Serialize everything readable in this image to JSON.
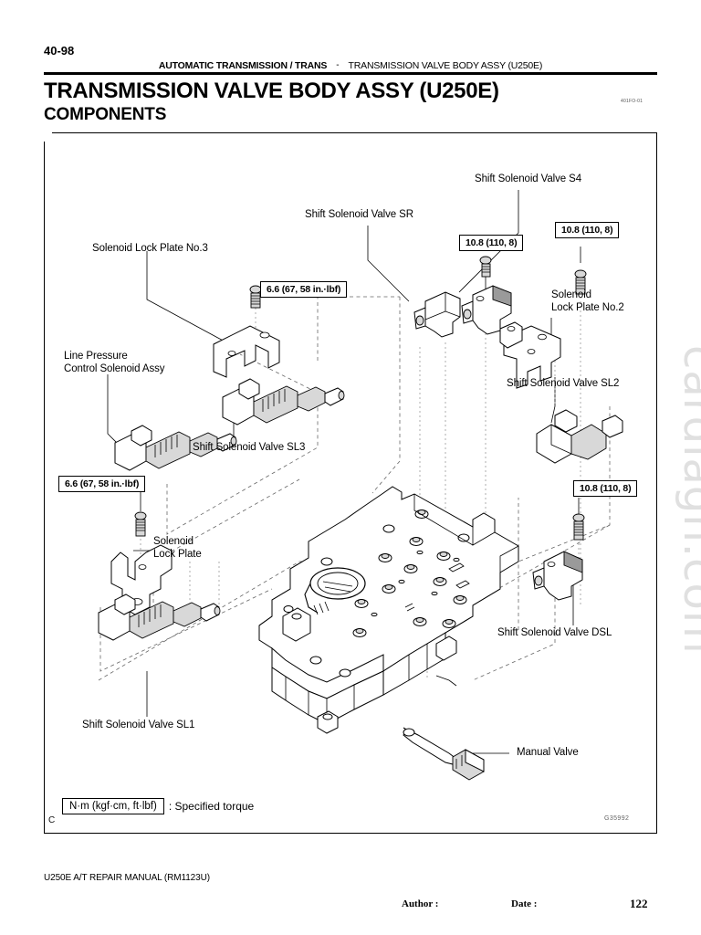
{
  "header": {
    "page_number": "40-98",
    "section_left": "AUTOMATIC TRANSMISSION / TRANS",
    "separator": "-",
    "section_right": "TRANSMISSION VALVE BODY ASSY (U250E)"
  },
  "title": "TRANSMISSION VALVE BODY ASSY (U250E)",
  "subtitle": "COMPONENTS",
  "figure_code": "401FO-01",
  "watermark": "cardiagn.com",
  "diagram": {
    "corner_marker": "C",
    "drawing_id": "G35992",
    "labels": [
      {
        "id": "shift-solenoid-valve-s4",
        "text": "Shift Solenoid Valve S4"
      },
      {
        "id": "shift-solenoid-valve-sr",
        "text": "Shift Solenoid Valve SR"
      },
      {
        "id": "solenoid-lock-plate-no3",
        "text": "Solenoid Lock Plate No.3"
      },
      {
        "id": "solenoid-lock-plate-no2",
        "text": "Solenoid\nLock Plate No.2"
      },
      {
        "id": "line-pressure-control-solenoid-assy",
        "text": "Line Pressure\nControl Solenoid Assy"
      },
      {
        "id": "shift-solenoid-valve-sl3",
        "text": "Shift Solenoid Valve SL3"
      },
      {
        "id": "shift-solenoid-valve-sl2",
        "text": "Shift Solenoid Valve SL2"
      },
      {
        "id": "solenoid-lock-plate",
        "text": "Solenoid\nLock Plate"
      },
      {
        "id": "shift-solenoid-valve-dsl",
        "text": "Shift Solenoid Valve DSL"
      },
      {
        "id": "shift-solenoid-valve-sl1",
        "text": "Shift Solenoid Valve SL1"
      },
      {
        "id": "manual-valve",
        "text": "Manual Valve"
      }
    ],
    "torque_specs": [
      {
        "id": "torque-sr-bolt",
        "value": "10.8 (110, 8)"
      },
      {
        "id": "torque-s4-bolt",
        "value": "10.8 (110, 8)"
      },
      {
        "id": "torque-lock-no3",
        "value": "6.6 (67, 58 in.·lbf)"
      },
      {
        "id": "torque-lock-plate",
        "value": "6.6 (67, 58 in.·lbf)"
      },
      {
        "id": "torque-dsl-bolt",
        "value": "10.8 (110, 8)"
      }
    ],
    "legend": {
      "box": "N·m  (kgf·cm, ft·lbf)",
      "text": ": Specified torque"
    }
  },
  "footer": {
    "manual": "U250E A/T REPAIR MANUAL   (RM1123U)",
    "author_label": "Author :",
    "date_label": "Date :",
    "page": "122"
  }
}
